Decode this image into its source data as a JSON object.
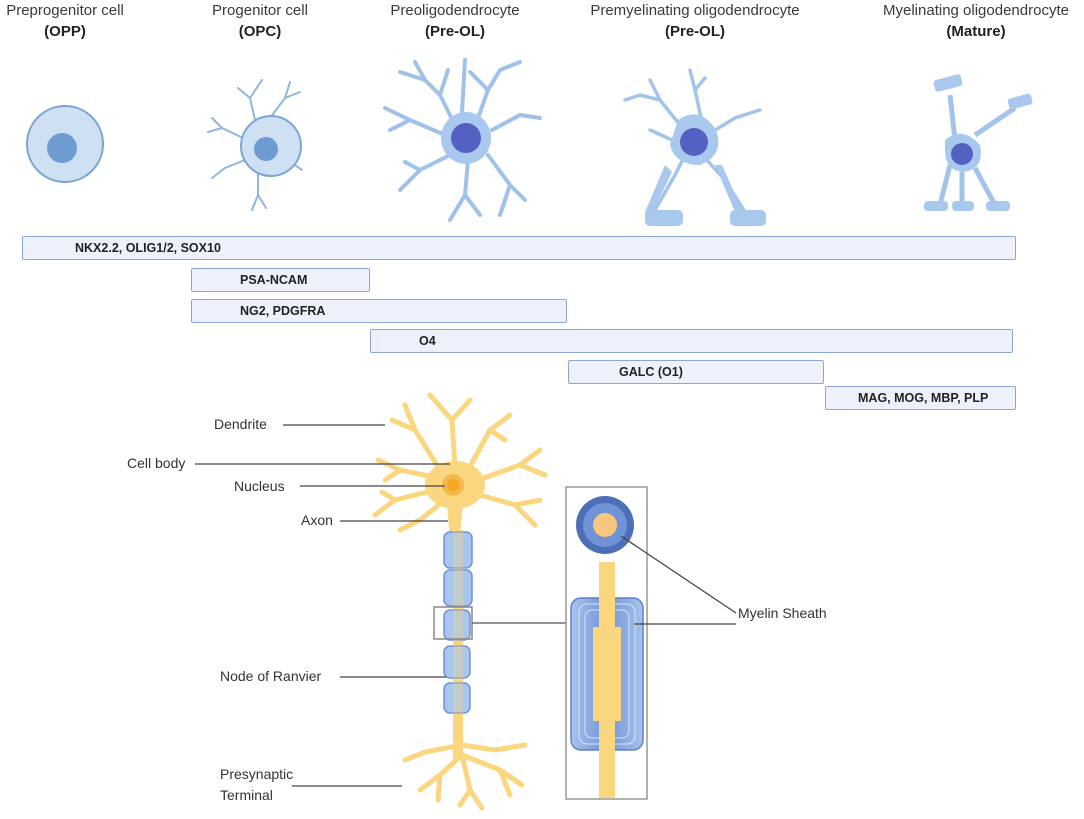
{
  "stages": [
    {
      "name": "Preprogenitor cell",
      "abbr": "(OPP)"
    },
    {
      "name": "Progenitor cell",
      "abbr": "(OPC)"
    },
    {
      "name": "Preoligodendrocyte",
      "abbr": "(Pre-OL)"
    },
    {
      "name": "Premyelinating oligodendrocyte",
      "abbr": "(Pre-OL)"
    },
    {
      "name": "Myelinating oligodendrocyte",
      "abbr": "(Mature)"
    }
  ],
  "markers": [
    {
      "label": "NKX2.2, OLIG1/2, SOX10"
    },
    {
      "label": "PSA-NCAM"
    },
    {
      "label": "NG2, PDGFRA"
    },
    {
      "label": "O4"
    },
    {
      "label": "GALC (O1)"
    },
    {
      "label": "MAG, MOG, MBP, PLP"
    }
  ],
  "neuron_labels": {
    "dendrite": "Dendrite",
    "cell_body": "Cell body",
    "nucleus": "Nucleus",
    "axon": "Axon",
    "node_of_ranvier": "Node of Ranvier",
    "presynaptic_line1": "Presynaptic",
    "presynaptic_line2": "Terminal",
    "myelin_sheath": "Myelin Sheath"
  },
  "colors": {
    "cell_fill": "#cfe0f3",
    "cell_stroke": "#7aa5d6",
    "nucleus_early": "#6e9bd0",
    "nucleus_late": "#5561c2",
    "neuron": "#fad77e",
    "myelin": "#6b8fd0",
    "marker_bar": "#edf1fb"
  }
}
